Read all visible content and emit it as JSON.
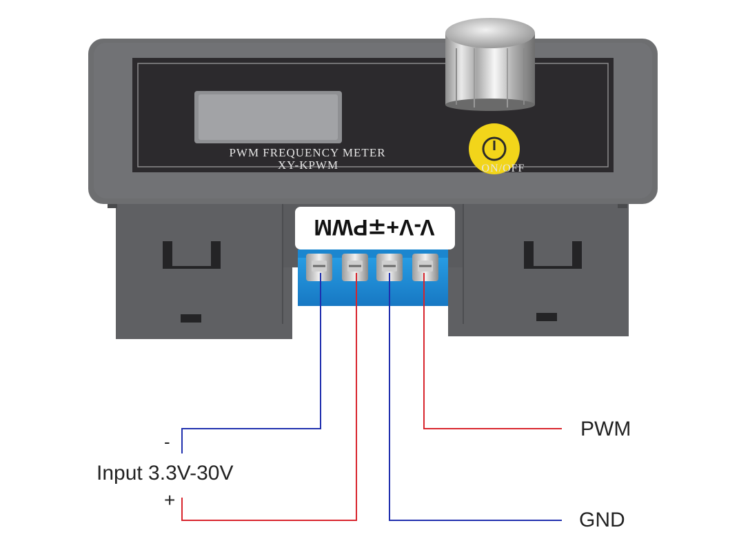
{
  "device": {
    "title": "PWM FREQUENCY METER",
    "model": "XY-KPWM",
    "power_label": "ON/OFF",
    "terminal_label": "V-V+∓PWM"
  },
  "wiring": {
    "minus": "-",
    "input": "Input 3.3V-30V",
    "plus": "+",
    "pwm": "PWM",
    "gnd": "GND"
  },
  "colors": {
    "case": "#6d6e70",
    "panel": "#2c2a2d",
    "terminal_block": "#1f8fd6",
    "blue_wire": "#1f2fae",
    "red_wire": "#d8242c",
    "power_button": "#f2d51a"
  }
}
